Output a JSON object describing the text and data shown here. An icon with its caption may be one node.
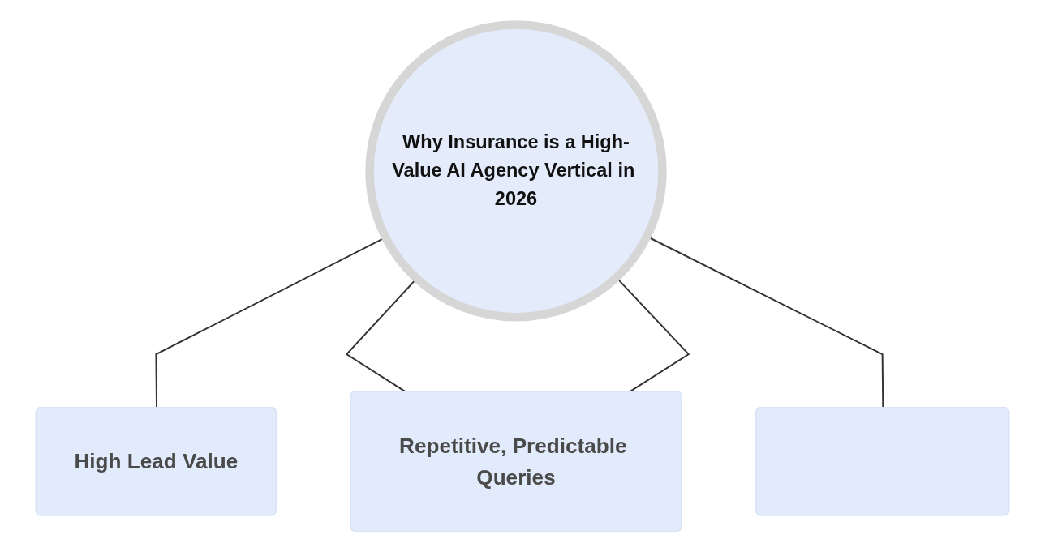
{
  "diagram": {
    "nodes": [
      {
        "text": [
          "Why Insurance is a High-Value AI Agency Vertical in 2026"
        ]
      },
      {
        "text": [
          "High Lead Value"
        ]
      },
      {
        "text": [
          "Repetitive, Predictable Queries"
        ]
      },
      {
        "text": [],
        "shape": "box"
      }
    ],
    "edges": [
      {
        "from": 0,
        "to": 1,
        "arrow": "none"
      },
      {
        "from": 0,
        "to": 2,
        "arrow": "none"
      },
      {
        "from": 0,
        "to": 2,
        "arrow": "none"
      },
      {
        "from": 0,
        "to": 3,
        "arrow": "none"
      }
    ]
  }
}
